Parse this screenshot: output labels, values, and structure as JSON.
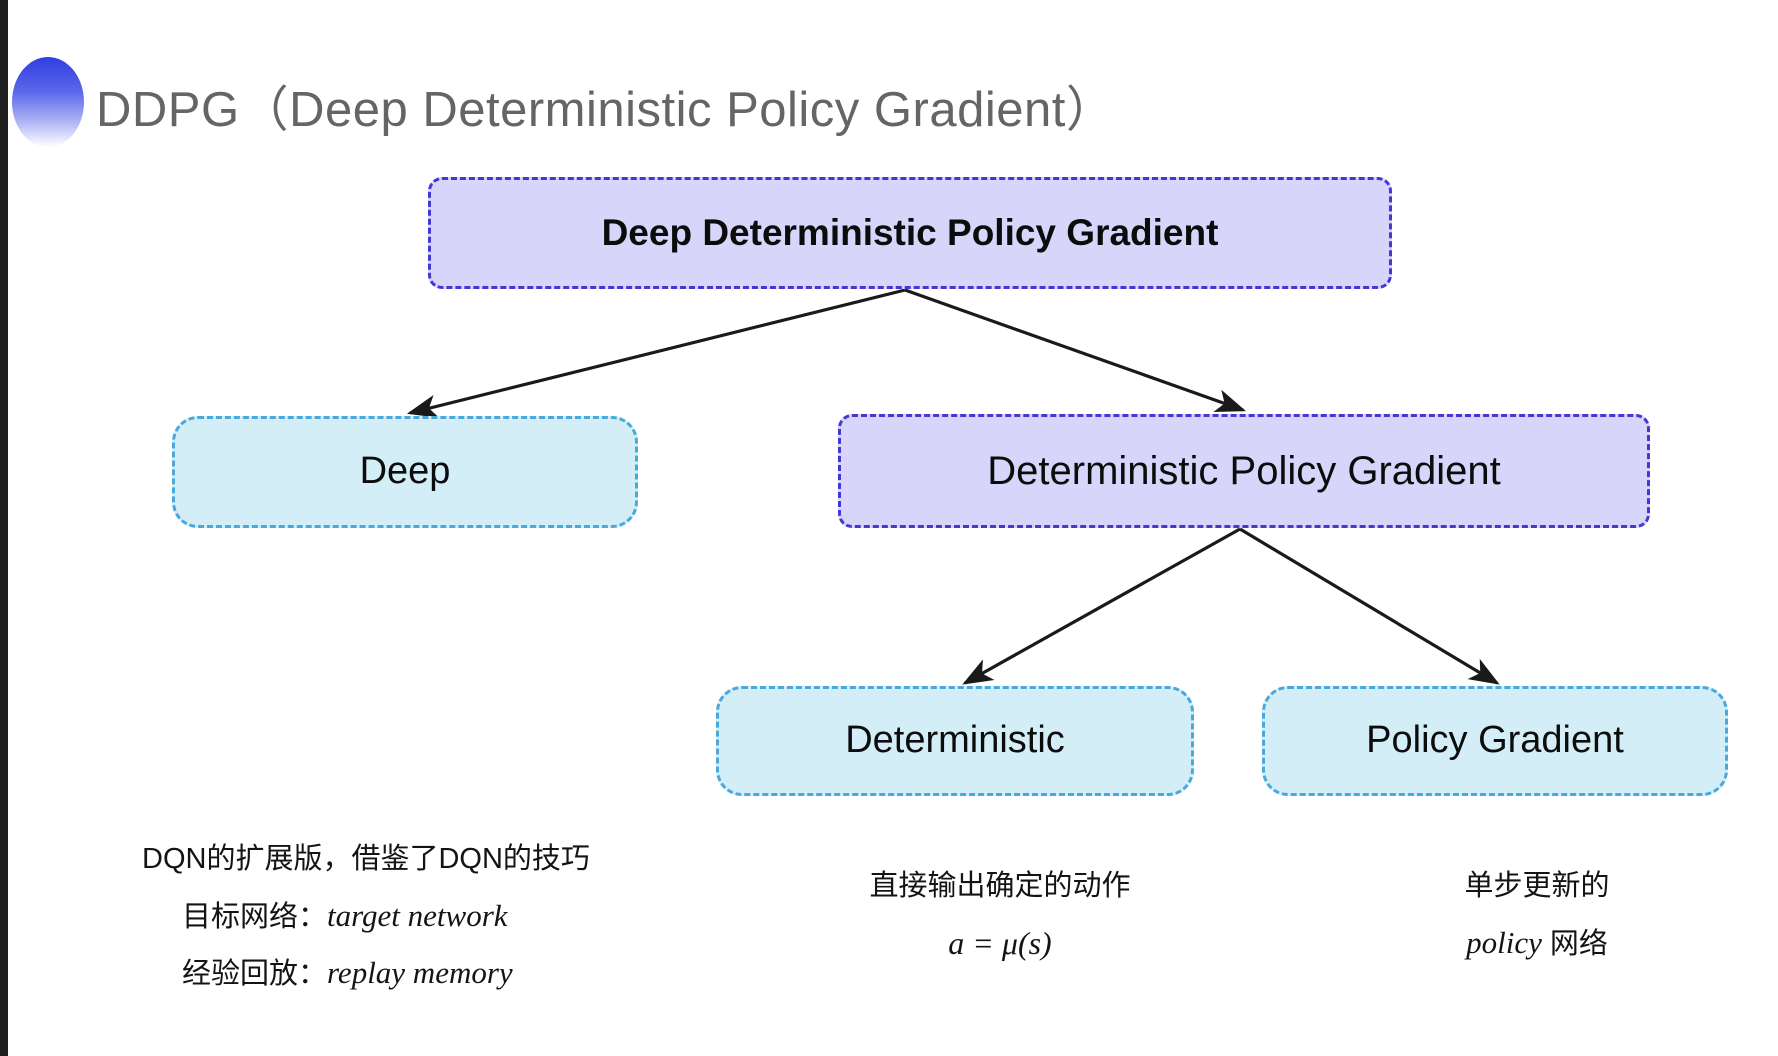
{
  "slide": {
    "title": "DDPG（Deep Deterministic Policy Gradient）",
    "title_color": "#656565",
    "background": "#ffffff"
  },
  "colors": {
    "purple_fill": "#d7d6fa",
    "purple_border": "#4338d4",
    "blue_fill": "#d4eef8",
    "blue_border": "#4aa8dd",
    "arrow": "#1a1a1a",
    "decoration_gradient_start": "#2f3fe0",
    "decoration_gradient_end": "#ffffff"
  },
  "diagram": {
    "nodes": [
      {
        "id": "root",
        "label": "Deep Deterministic Policy Gradient",
        "style": "purple"
      },
      {
        "id": "deep",
        "label": "Deep",
        "style": "blue"
      },
      {
        "id": "dpg",
        "label": "Deterministic Policy Gradient",
        "style": "purple"
      },
      {
        "id": "deterministic",
        "label": "Deterministic",
        "style": "blue"
      },
      {
        "id": "policy_gradient",
        "label": "Policy Gradient",
        "style": "blue"
      }
    ],
    "edges": [
      {
        "from": "root",
        "to": "deep"
      },
      {
        "from": "root",
        "to": "dpg"
      },
      {
        "from": "dpg",
        "to": "deterministic"
      },
      {
        "from": "dpg",
        "to": "policy_gradient"
      }
    ]
  },
  "annotations": {
    "deep": {
      "line1": "DQN的扩展版，借鉴了DQN的技巧",
      "line2_label": "目标网络：",
      "line2_term": "target network",
      "line3_label": "经验回放：",
      "line3_term": "replay memory"
    },
    "deterministic": {
      "line1": "直接输出确定的动作",
      "formula": "a = μ(s)"
    },
    "policy_gradient": {
      "line1": "单步更新的",
      "line2_term": "policy",
      "line2_suffix": " 网络"
    }
  }
}
